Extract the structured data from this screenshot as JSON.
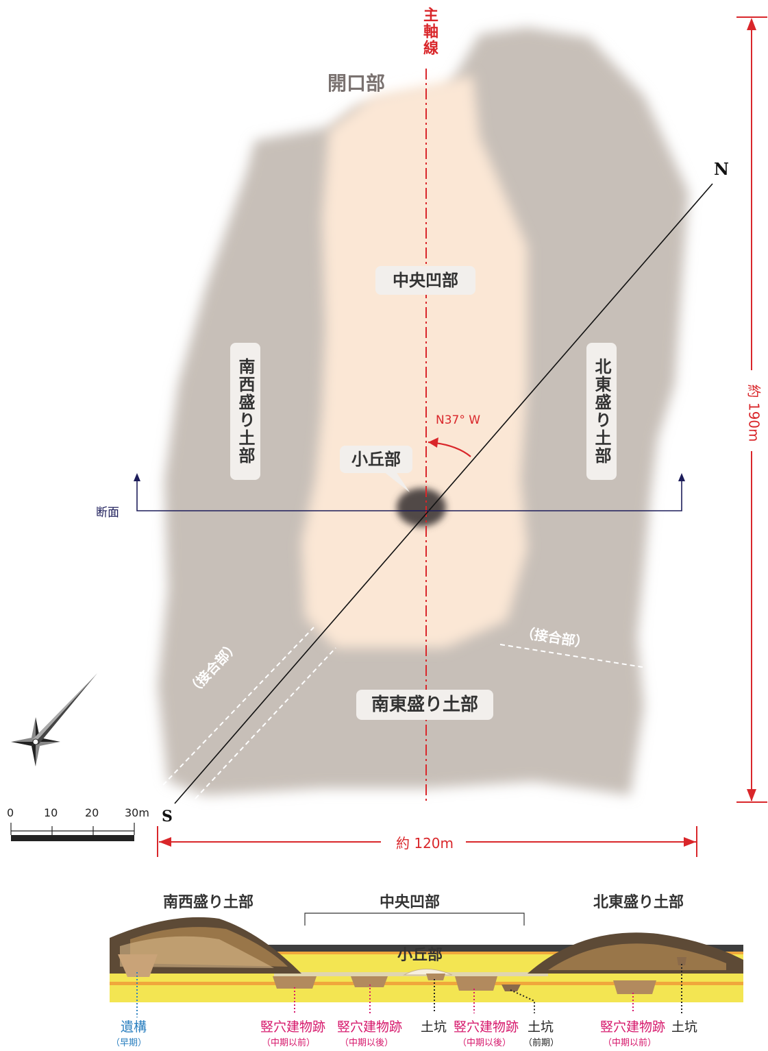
{
  "plan": {
    "axis_label": "主軸線",
    "opening": "開口部",
    "center_depression": "中央凹部",
    "sw_mound": "南西盛り土部",
    "ne_mound": "北東盛り土部",
    "se_mound": "南東盛り土部",
    "knoll": "小丘部",
    "junction_sw": "（接合部）",
    "junction_se": "（接合部）",
    "angle": "N37° W",
    "section": "断面",
    "north": "N",
    "south": "S",
    "height_dim": "約 190m",
    "width_dim": "約 120m",
    "scale": {
      "ticks": [
        "0",
        "10",
        "20",
        "30m"
      ]
    }
  },
  "section_view": {
    "sw_mound": "南西盛り土部",
    "center": "中央凹部",
    "ne_mound": "北東盛り土部",
    "knoll": "小丘部",
    "features": [
      {
        "name": "遺構",
        "period": "（早期）",
        "color": "#2a7fbf"
      },
      {
        "name": "竪穴建物跡",
        "period": "（中期以前）",
        "color": "#d6176b"
      },
      {
        "name": "竪穴建物跡",
        "period": "（中期以後）",
        "color": "#d6176b"
      },
      {
        "name": "土坑",
        "period": "",
        "color": "#222222"
      },
      {
        "name": "竪穴建物跡",
        "period": "（中期以後）",
        "color": "#d6176b"
      },
      {
        "name": "土坑",
        "period": "（前期）",
        "color": "#222222"
      },
      {
        "name": "竪穴建物跡",
        "period": "（中期以前）",
        "color": "#d6176b"
      },
      {
        "name": "土坑",
        "period": "",
        "color": "#222222"
      }
    ]
  },
  "colors": {
    "mound": "#c7bfb8",
    "hollow": "#fbe7d5",
    "knoll": "#5a5250",
    "accent": "#d9262a",
    "section_line": "#1d1d5a"
  }
}
